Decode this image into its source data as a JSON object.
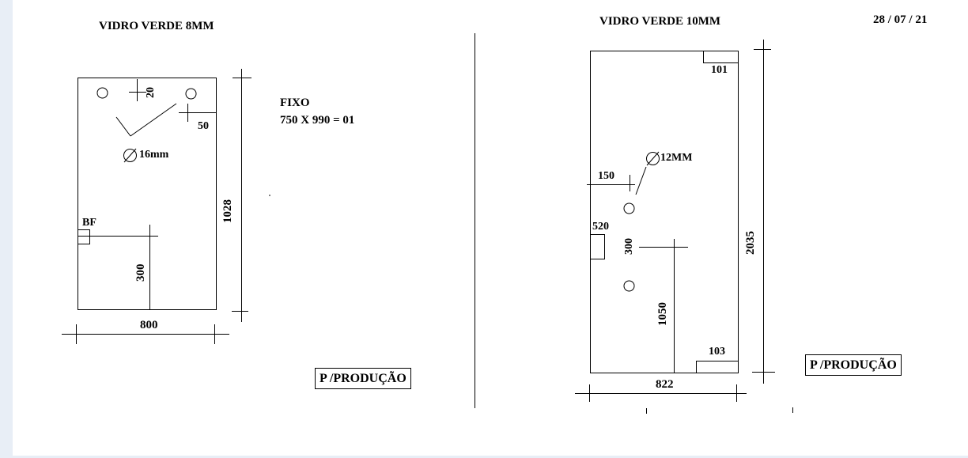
{
  "date": "28 / 07 / 21",
  "left_panel": {
    "title": "VIDRO VERDE 8MM",
    "fixo": "FIXO",
    "spec": "750 X 990 = 01",
    "hole_label": "16mm",
    "dims": {
      "top_offset": "20",
      "right_offset": "50",
      "height": "1028",
      "width": "800",
      "bf": "BF",
      "bf_height": "300"
    },
    "stamp": "P /PRODUÇÃO"
  },
  "right_panel": {
    "title": "VIDRO VERDE 10MM",
    "hole_label": "12MM",
    "dims": {
      "top_right": "101",
      "left_offset": "150",
      "side_520": "520",
      "mid_300": "300",
      "height": "2035",
      "lower_1050": "1050",
      "bottom_right": "103",
      "width": "822"
    },
    "stamp": "P /PRODUÇÃO"
  }
}
